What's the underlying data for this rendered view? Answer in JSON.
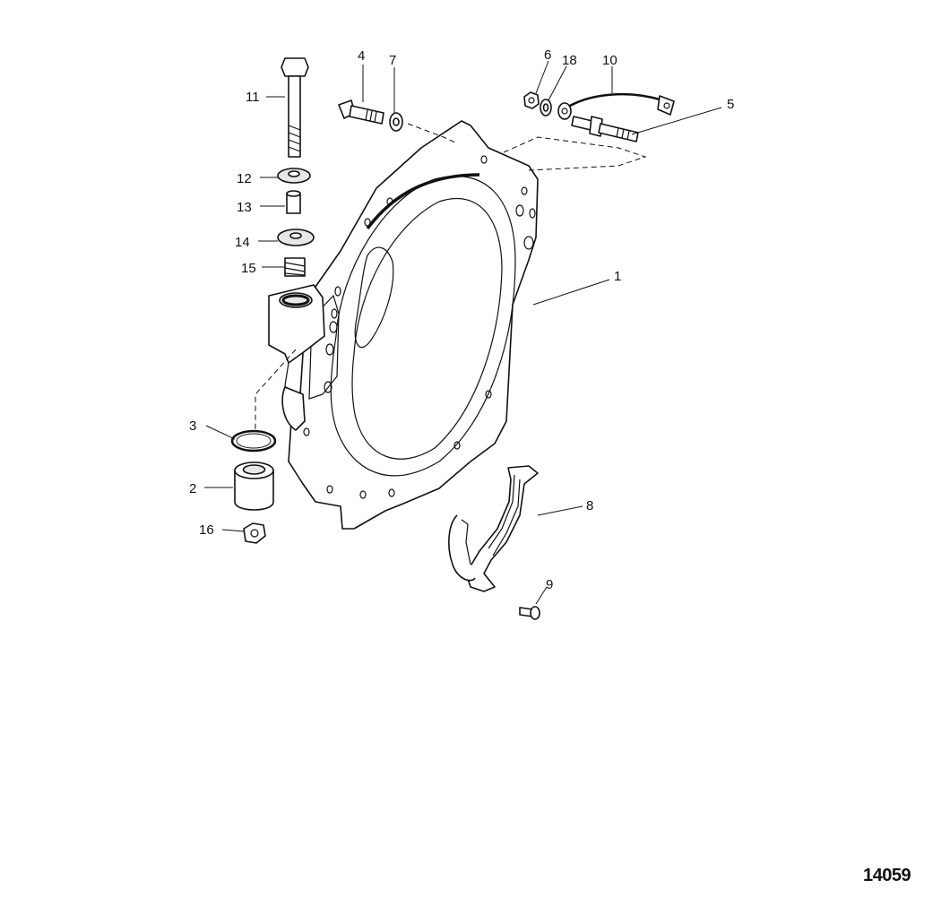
{
  "figure_number": "14059",
  "callouts": [
    {
      "id": "1",
      "label": "1"
    },
    {
      "id": "2",
      "label": "2"
    },
    {
      "id": "3",
      "label": "3"
    },
    {
      "id": "4",
      "label": "4"
    },
    {
      "id": "5",
      "label": "5"
    },
    {
      "id": "6",
      "label": "6"
    },
    {
      "id": "7",
      "label": "7"
    },
    {
      "id": "8",
      "label": "8"
    },
    {
      "id": "9",
      "label": "9"
    },
    {
      "id": "10",
      "label": "10"
    },
    {
      "id": "11",
      "label": "11"
    },
    {
      "id": "12",
      "label": "12"
    },
    {
      "id": "13",
      "label": "13"
    },
    {
      "id": "14",
      "label": "14"
    },
    {
      "id": "15",
      "label": "15"
    },
    {
      "id": "16",
      "label": "16"
    },
    {
      "id": "18",
      "label": "18"
    }
  ]
}
